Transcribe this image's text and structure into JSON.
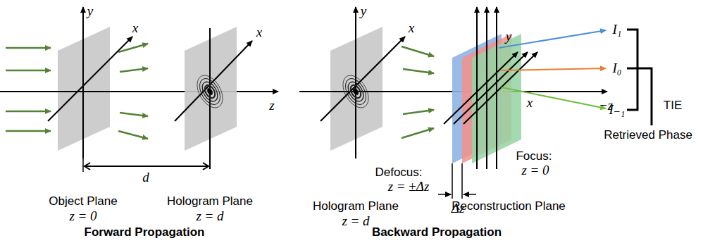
{
  "diagram": {
    "labels": [
      "y",
      "x",
      "x",
      "z",
      "d",
      "Object Plane",
      "z = 0",
      "Hologram Plane",
      "z = d",
      "Forward Propagation",
      "y",
      "x",
      "y",
      "x",
      "−z",
      "I₁",
      "I₀",
      "I₋₁",
      "TIE",
      "Retrieved Phase",
      "Defocus:",
      "z = ±Δz",
      "Focus:",
      "z = 0",
      "Δz",
      "Hologram Plane",
      "z = d",
      "Reconstruction Plane",
      "Backward Propagation"
    ]
  }
}
